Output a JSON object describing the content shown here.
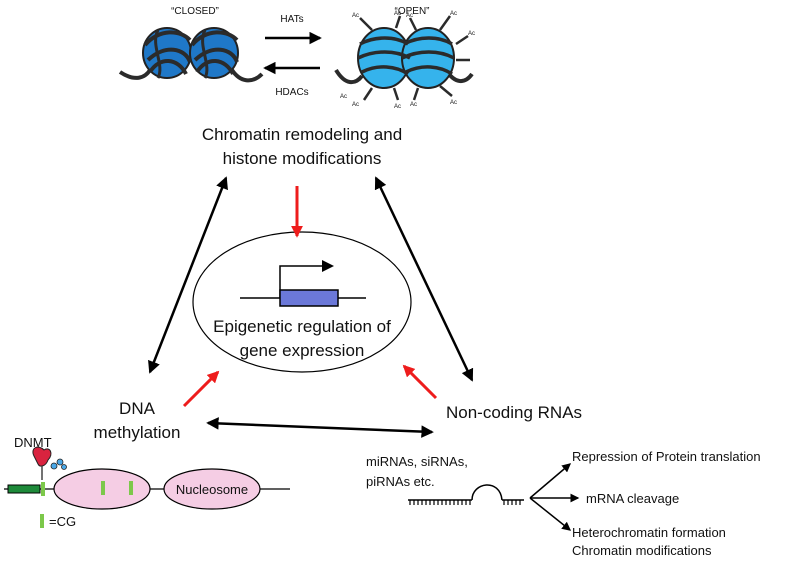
{
  "top": {
    "closed_label": "“CLOSED”",
    "open_label": "“OPEN”",
    "hats_label": "HATs",
    "hdacs_label": "HDACs",
    "acetyl_label": "Ac"
  },
  "nodes": {
    "chromatin_line1": "Chromatin remodeling and",
    "chromatin_line2": "histone modifications",
    "center_line1": "Epigenetic regulation of",
    "center_line2": "gene expression",
    "dna_line1": "DNA",
    "dna_line2": "methylation",
    "ncrna": "Non-coding RNAs"
  },
  "dna_detail": {
    "enzyme_label": "DNMT",
    "nucleosome_label": "Nucleosome",
    "cg_legend": "=CG"
  },
  "rna_detail": {
    "line1": "miRNAs, siRNAs,",
    "line2": "piRNAs etc.",
    "outcome1": "Repression of Protein translation",
    "outcome2": "mRNA cleavage",
    "outcome3_line1": "Heterochromatin formation",
    "outcome3_line2": "Chromatin modifications"
  },
  "colors": {
    "closed_histone": "#1f78c8",
    "open_histone": "#35b3ec",
    "gene_box": "#6b78d8",
    "influence_arrow": "#ee1c1c",
    "nucleosome_fill": "#f5cde4",
    "cg_mark": "#7cc84a",
    "dnmt": "#d9233f",
    "dna_bar": "#1e8a3a"
  }
}
